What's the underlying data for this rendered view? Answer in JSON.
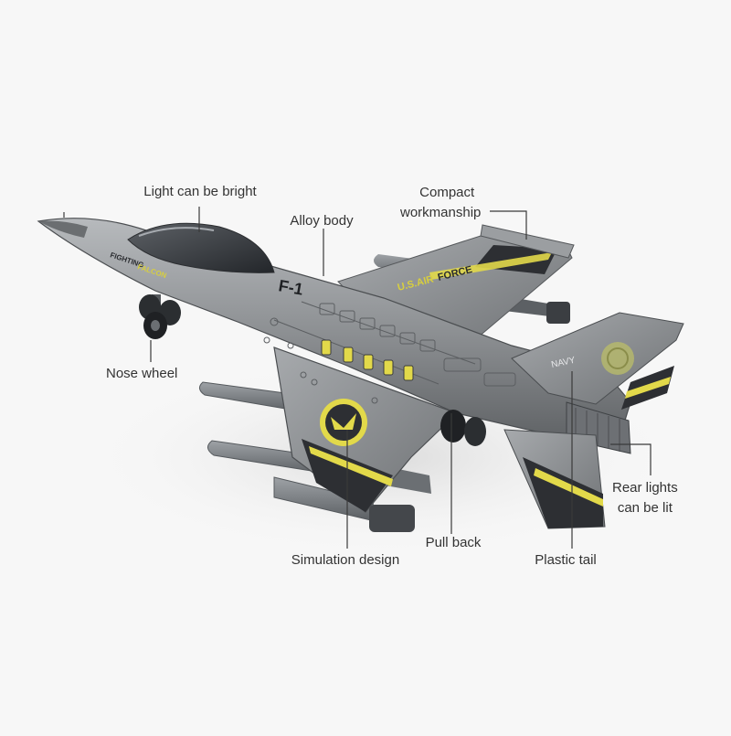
{
  "image": {
    "background": "#f7f7f7",
    "subject": "die-cast toy fighter jet",
    "body_color": "#8f9294",
    "accent_color": "#e2d94a",
    "dark_panel_color": "#2d2f33",
    "missile_color": "#7d8185"
  },
  "callouts": {
    "light": "Light can be bright",
    "alloy": "Alloy body",
    "compact_line1": "Compact",
    "compact_line2": "workmanship",
    "nose_wheel": "Nose wheel",
    "simulation": "Simulation design",
    "pull_back": "Pull back",
    "plastic_tail": "Plastic tail",
    "rear_line1": "Rear lights",
    "rear_line2": "can be lit"
  },
  "aircraft_markings": {
    "nose_text": "FIGHTING FALCON",
    "wing_text_1": "U.S.AIR",
    "wing_text_2": "FORCE",
    "tail_text": "NAVY",
    "fuselage_text": "F-1"
  }
}
